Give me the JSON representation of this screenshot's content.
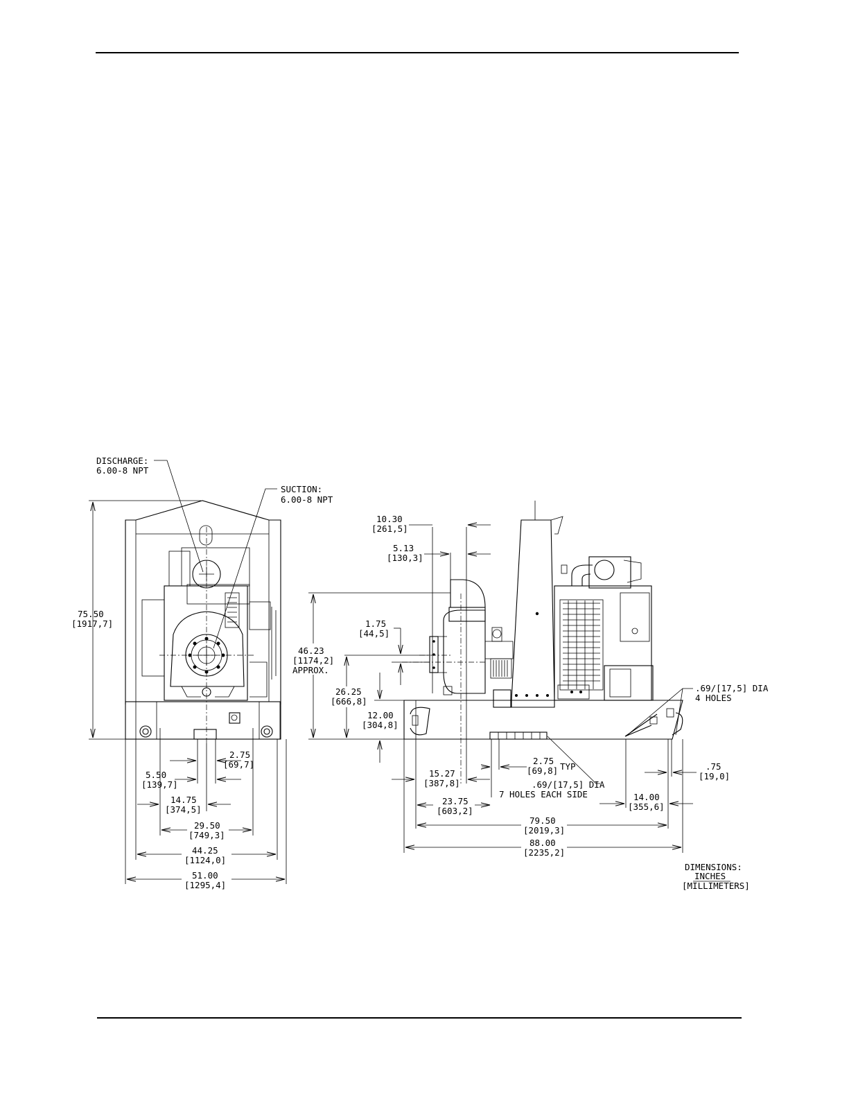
{
  "front_view": {
    "discharge": [
      "DISCHARGE:",
      "6.00-8 NPT"
    ],
    "suction": [
      "SUCTION:",
      "6.00-8 NPT"
    ],
    "height": [
      "75.50",
      "[1917,7]"
    ],
    "dims": [
      [
        "2.75",
        "[69,7]"
      ],
      [
        "5.50",
        "[139,7]"
      ],
      [
        "14.75",
        "[374,5]"
      ],
      [
        "29.50",
        "[749,3]"
      ],
      [
        "44.25",
        "[1124,0]"
      ],
      [
        "51.00",
        "[1295,4]"
      ]
    ]
  },
  "side_view": {
    "dims_top": [
      [
        "10.30",
        "[261,5]"
      ],
      [
        "5.13",
        "[130,3]"
      ],
      [
        "1.75",
        "[44,5]"
      ]
    ],
    "height": [
      "46.23",
      "[1174,2]",
      "APPROX."
    ],
    "dim_26": [
      "26.25",
      "[666,8]"
    ],
    "dim_12": [
      "12.00",
      "[304,8]"
    ],
    "holes_4": [
      ".69/[17,5] DIA",
      "4 HOLES"
    ],
    "dims_bottom": [
      [
        "15.27",
        "[387,8]"
      ],
      [
        "2.75",
        "[69,8]",
        "TYP"
      ],
      [
        ".69/[17,5] DIA",
        "7 HOLES EACH SIDE"
      ],
      [
        "23.75",
        "[603,2]"
      ],
      [
        ".75",
        "[19,0]"
      ],
      [
        "14.00",
        "[355,6]"
      ],
      [
        "79.50",
        "[2019,3]"
      ],
      [
        "88.00",
        "[2235,2]"
      ]
    ]
  },
  "units_note": [
    "DIMENSIONS:",
    "INCHES",
    "[MILLIMETERS]"
  ]
}
